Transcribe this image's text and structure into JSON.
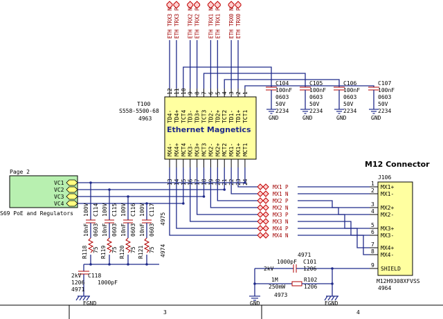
{
  "eth_nets": [
    "ETH TRX3 N",
    "ETH TRX3 P",
    "ETH TRX2 N",
    "ETH TRX2 P",
    "ETH TRX1 N",
    "ETH TRX1 P",
    "ETH TRX0 N",
    "ETH TRX0 P"
  ],
  "magnetics": {
    "ref": "T100",
    "part": "S558-5500-68",
    "num": "4963",
    "title": "Ethernet Magnetics",
    "top_pins": [
      "TD4-",
      "TD4+",
      "TCT4",
      "TD3-",
      "TD3+",
      "TCT3",
      "TD2-",
      "TD2+",
      "TCT2",
      "TD1-",
      "TD1+",
      "TCT1"
    ],
    "top_pin_numbers": [
      "12",
      "11",
      "10",
      "9",
      "8",
      "7",
      "6",
      "5",
      "4",
      "3",
      "2",
      "1"
    ],
    "bottom_pins": [
      "MX4-",
      "MX4+",
      "MCT4",
      "MX3-",
      "MX3+",
      "MCT3",
      "MX2-",
      "MX2+",
      "MCT2",
      "MX1-",
      "MX1+",
      "MCT1"
    ],
    "bottom_pin_numbers": [
      "13",
      "14",
      "15",
      "16",
      "17",
      "18",
      "19",
      "20",
      "21",
      "22",
      "23",
      "24"
    ]
  },
  "caps_top": [
    {
      "ref": "C104",
      "val": "100nF",
      "pkg": "0603",
      "volt": "50V",
      "num": "2234",
      "gnd": "GND"
    },
    {
      "ref": "C105",
      "val": "100nF",
      "pkg": "0603",
      "volt": "50V",
      "num": "2234",
      "gnd": "GND"
    },
    {
      "ref": "C106",
      "val": "100nF",
      "pkg": "0603",
      "volt": "50V",
      "num": "2234",
      "gnd": "GND"
    },
    {
      "ref": "C107",
      "val": "100nF",
      "pkg": "0603",
      "volt": "50V",
      "num": "2234",
      "gnd": "GND"
    }
  ],
  "sheet": {
    "title": "Page 2",
    "ports": [
      "VC1",
      "VC2",
      "VC3",
      "VC4"
    ],
    "desc": "S69 PoE and Regulators"
  },
  "connector": {
    "section_title": "M12 Connector",
    "ref": "J106",
    "pins": [
      {
        "num": "1",
        "name": "MX1+"
      },
      {
        "num": "2",
        "name": "MX1-"
      },
      {
        "num": "3",
        "name": "MX2+"
      },
      {
        "num": "4",
        "name": "MX2-"
      },
      {
        "num": "5",
        "name": "MX3+"
      },
      {
        "num": "6",
        "name": "MX3-"
      },
      {
        "num": "7",
        "name": "MX4+"
      },
      {
        "num": "8",
        "name": "MX4-"
      },
      {
        "num": "9",
        "name": "SHIELD"
      }
    ],
    "part": "M12H9308XFVSS",
    "num": "4964"
  },
  "mx_nets": [
    "MX1 P",
    "MX1 N",
    "MX2 P",
    "MX2 N",
    "MX3 P",
    "MX3 N",
    "MX4 P",
    "MX4 N"
  ],
  "caps_vert": [
    {
      "ref": "C114",
      "volt": "100V",
      "val": "10nF",
      "pkg": "0603"
    },
    {
      "ref": "C115",
      "volt": "100V",
      "val": "10nF",
      "pkg": "0603"
    },
    {
      "ref": "C116",
      "volt": "100V",
      "val": "10nF",
      "pkg": "0603"
    },
    {
      "ref": "C117",
      "volt": "100V",
      "val": "10nF",
      "pkg": "0603"
    }
  ],
  "cap_num": "4975",
  "resistors": [
    {
      "ref": "R118",
      "val": "75"
    },
    {
      "ref": "R119",
      "val": "75"
    },
    {
      "ref": "R120",
      "val": "75"
    },
    {
      "ref": "R121",
      "val": "75"
    }
  ],
  "res_num": "4974",
  "c118": {
    "ref": "C118",
    "volt": "2kV",
    "pkg": "1206",
    "val": "1000pF",
    "num": "4971",
    "gnd": "EGND"
  },
  "c101": {
    "num": "4971",
    "val": "1000pF",
    "ref": "C101",
    "volt": "2kV",
    "pkg": "1206"
  },
  "r102": {
    "val": "1M",
    "power": "250mW",
    "ref": "R102",
    "pkg": "1206",
    "num": "4973"
  },
  "gnd_bottom": [
    "GND",
    "EGND"
  ],
  "frame_numbers": [
    "3",
    "4"
  ],
  "colors": {
    "wire": "#1f2a8a",
    "component": "#b00000",
    "magnetics_fill": "#ffffa0",
    "port_fill": "#ffff80",
    "sheet_fill": "#b8f0b0"
  }
}
